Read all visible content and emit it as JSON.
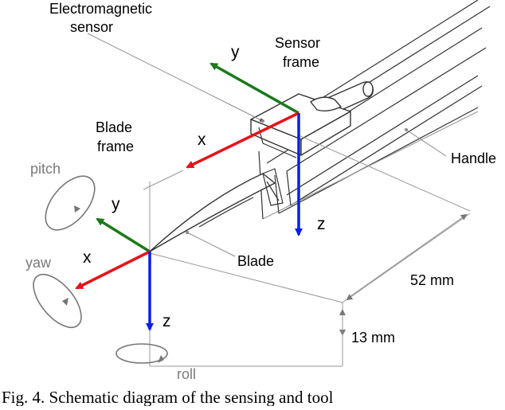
{
  "labels": {
    "em_sensor_line1": "Electromagnetic",
    "em_sensor_line2": "sensor",
    "sensor_frame_line1": "Sensor",
    "sensor_frame_line2": "frame",
    "blade_frame_line1": "Blade",
    "blade_frame_line2": "frame",
    "handle": "Handle",
    "blade": "Blade",
    "pitch": "pitch",
    "yaw": "yaw",
    "roll": "roll"
  },
  "sensor_axes": {
    "x": "x",
    "y": "y",
    "z": "z"
  },
  "blade_axes": {
    "x": "x",
    "y": "y",
    "z": "z"
  },
  "dimensions": {
    "length": "52 mm",
    "height": "13 mm"
  },
  "caption": "Fig. 4. Schematic diagram of the sensing and tool",
  "colors": {
    "x_axis": "#e8121a",
    "y_axis": "#1a7a1a",
    "z_axis": "#0a1ee6",
    "outline": "#333333",
    "annotation": "#888888"
  }
}
